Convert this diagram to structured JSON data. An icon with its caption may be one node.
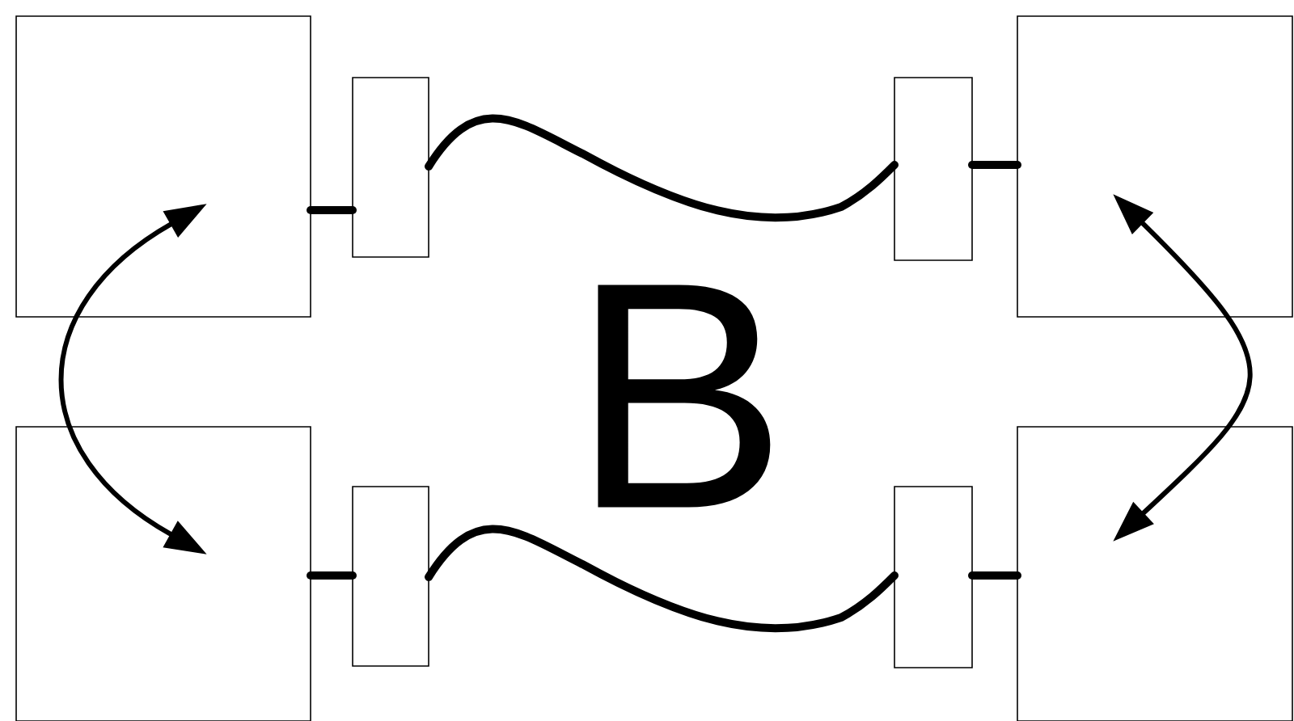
{
  "diagram": {
    "nodes": [
      {
        "text": [],
        "shape": "box"
      },
      {
        "text": [],
        "shape": "box"
      },
      {
        "text": [],
        "shape": "box"
      },
      {
        "text": [],
        "shape": "box"
      },
      {
        "text": [],
        "shape": "box"
      },
      {
        "text": [],
        "shape": "box"
      },
      {
        "text": [],
        "shape": "box"
      },
      {
        "text": [],
        "shape": "box"
      }
    ],
    "edges": [
      {
        "from": 0,
        "to": 1,
        "arrow": "none"
      },
      {
        "from": 1,
        "to": 2,
        "arrow": "none"
      },
      {
        "from": 2,
        "to": 3,
        "arrow": "none"
      },
      {
        "from": 4,
        "to": 5,
        "arrow": "none"
      },
      {
        "from": 5,
        "to": 6,
        "arrow": "none"
      },
      {
        "from": 6,
        "to": 7,
        "arrow": "none"
      },
      {
        "from": 0,
        "to": 4,
        "arrow": "both"
      },
      {
        "from": 3,
        "to": 7,
        "arrow": "both"
      }
    ],
    "labels": [
      "B"
    ]
  }
}
